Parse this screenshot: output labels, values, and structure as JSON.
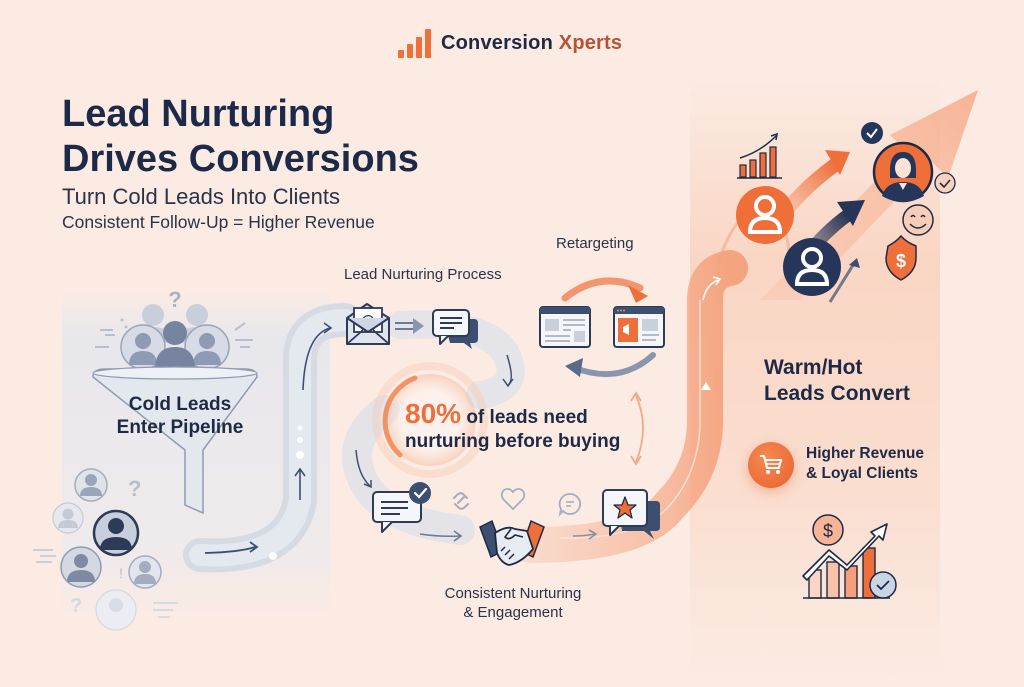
{
  "logo": {
    "brand_main": "Conversion ",
    "brand_accent": "Xperts",
    "icon": "bar-chart-icon"
  },
  "header": {
    "title_line1": "Lead Nurturing",
    "title_line2": "Drives Conversions",
    "subtitle": "Turn Cold Leads Into Clients",
    "tagline": "Consistent Follow-Up = Higher Revenue"
  },
  "stages": {
    "cold": {
      "label_line1": "Cold Leads",
      "label_line2": "Enter Pipeline",
      "icons": [
        "people-group-icon",
        "funnel-icon",
        "question-mark-icon",
        "user-avatar-icon"
      ]
    },
    "process": {
      "label": "Lead Nurturing Process",
      "icons": [
        "email-icon",
        "chat-bubble-icon"
      ]
    },
    "retargeting": {
      "label": "Retargeting",
      "icons": [
        "browser-window-icon",
        "browser-ad-megaphone-icon",
        "cycle-arrows-icon"
      ]
    },
    "stat": {
      "percent": "80%",
      "text_line1": " of leads need",
      "text_line2": "nurturing before buying"
    },
    "engagement": {
      "label_line1": "Consistent Nurturing",
      "label_line2": "& Engagement",
      "icons": [
        "chat-check-icon",
        "link-icon",
        "heart-icon",
        "handshake-icon",
        "message-icon",
        "star-review-icon"
      ]
    },
    "convert": {
      "label_line1": "Warm/Hot",
      "label_line2": "Leads Convert",
      "icons": [
        "growth-chart-icon",
        "user-orange-icon",
        "user-navy-icon",
        "businesswoman-icon",
        "check-icon",
        "smile-icon",
        "dollar-shield-icon"
      ]
    },
    "revenue": {
      "label_line1": "Higher Revenue",
      "label_line2": "& Loyal Clients",
      "icons": [
        "shopping-cart-icon",
        "revenue-growth-icon",
        "check-circle-icon"
      ]
    }
  },
  "colors": {
    "background": "#fbebe3",
    "navy": "#1e2a45",
    "slate": "#3d4f70",
    "accent_orange": "#ef6f3a",
    "cool_gray": "#c9d0dc"
  }
}
